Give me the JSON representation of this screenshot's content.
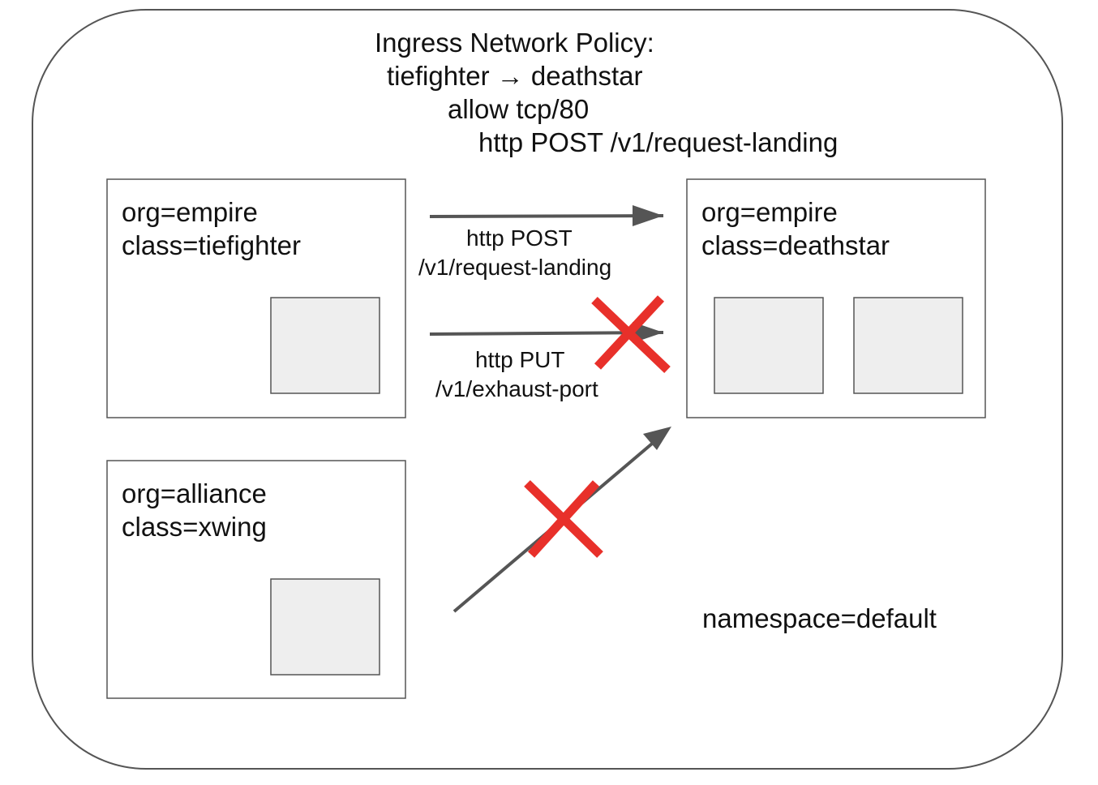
{
  "policy": {
    "line1": "Ingress Network Policy:",
    "line2": "tiefighter → deathstar",
    "line3": "allow tcp/80",
    "line4": "http POST /v1/request-landing"
  },
  "nodes": {
    "tiefighter": {
      "org": "org=empire",
      "class": "class=tiefighter"
    },
    "deathstar": {
      "org": "org=empire",
      "class": "class=deathstar"
    },
    "xwing": {
      "org": "org=alliance",
      "class": "class=xwing"
    }
  },
  "edges": {
    "post": {
      "method": "http POST",
      "path": "/v1/request-landing",
      "allowed": true
    },
    "put": {
      "method": "http PUT",
      "path": "/v1/exhaust-port",
      "allowed": false
    },
    "xwing": {
      "allowed": false
    }
  },
  "namespace": "namespace=default",
  "colors": {
    "border": "#555555",
    "arrow": "#555555",
    "pod_fill": "#eeeeee",
    "deny": "#e8302a"
  }
}
